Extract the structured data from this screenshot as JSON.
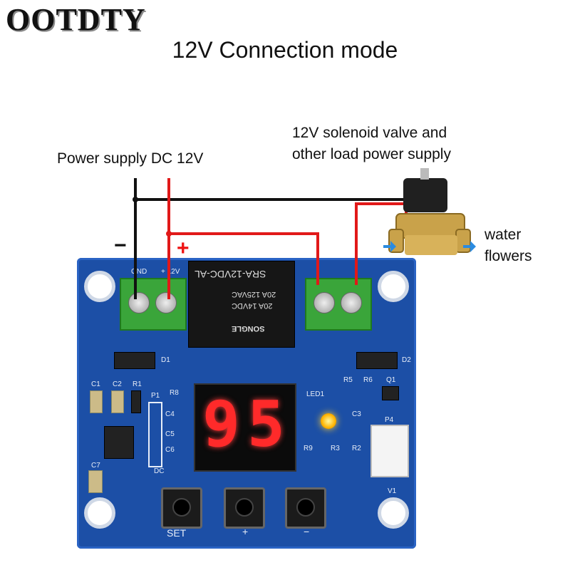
{
  "brand": "OOTDTY",
  "title": "12V Connection mode",
  "labels": {
    "power_supply": "Power supply DC 12V",
    "valve_line1": "12V solenoid valve and",
    "valve_line2": "other load power supply",
    "water_line1": "water",
    "water_line2": "flowers",
    "minus": "−",
    "plus": "+"
  },
  "board": {
    "terminal_gnd": "GND",
    "terminal_12v": "+ 12V",
    "relay_text": [
      "SRA-12VDC-AL",
      "20A 125VAC",
      "20A 14VDC",
      "SONGLE"
    ],
    "display_value": "95",
    "silk": {
      "d1": "D1",
      "d2": "D2",
      "c1": "C1",
      "c2": "C2",
      "r1": "R1",
      "r8": "R8",
      "p1": "P1",
      "c4": "C4",
      "c5": "C5",
      "c6": "C6",
      "c7": "C7",
      "led1": "LED1",
      "r5": "R5",
      "r6": "R6",
      "q1": "Q1",
      "c3": "C3",
      "r9": "R9",
      "r3": "R3",
      "r2": "R2",
      "p4": "P4",
      "v1": "V1",
      "dc": "DC"
    },
    "buttons": {
      "set": "SET",
      "plus": "+",
      "minus": "−"
    }
  },
  "colors": {
    "board": "#1c4fa6",
    "wire_red": "#e11919",
    "wire_black": "#111111",
    "terminal": "#3aa53a",
    "display_digits": "#ff2a2a"
  }
}
